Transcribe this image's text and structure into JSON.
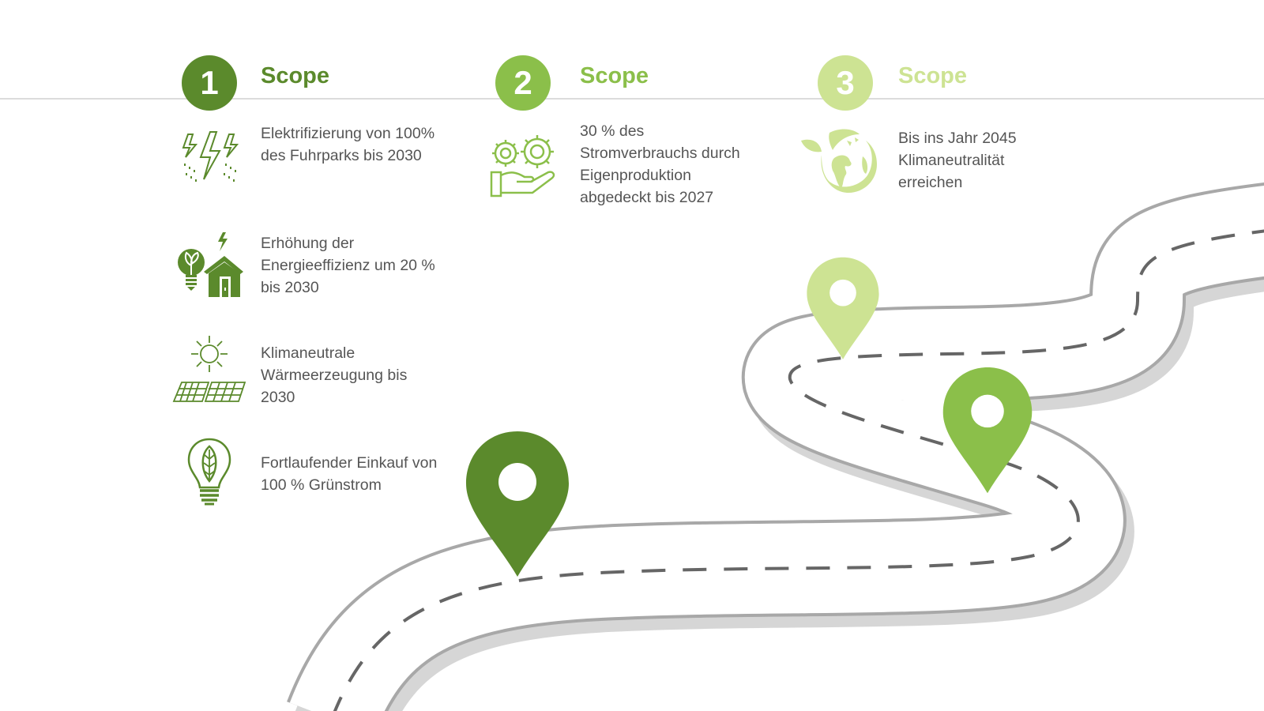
{
  "colors": {
    "scope1": "#5b8a2c",
    "scope2": "#8bbf4a",
    "scope3": "#cde393",
    "text": "#555555",
    "road_edge": "#a8a8a8",
    "road_shadow": "#d6d6d6",
    "road_dash": "#666666"
  },
  "scopes": [
    {
      "number": "1",
      "label": "Scope",
      "items": [
        {
          "icon": "lightning-rain-icon",
          "text": "Elektrifizierung von 100%\ndes Fuhrparks bis 2030"
        },
        {
          "icon": "bulb-house-icon",
          "text": "Erhöhung der\nEnergieeffizienz um 20 %\nbis 2030"
        },
        {
          "icon": "sun-solar-panel-icon",
          "text": "Klimaneutrale\nWärmeerzeugung bis\n2030"
        },
        {
          "icon": "leaf-bulb-icon",
          "text": "Fortlaufender Einkauf von\n100 % Grünstrom"
        }
      ]
    },
    {
      "number": "2",
      "label": "Scope",
      "items": [
        {
          "icon": "gears-hand-icon",
          "text": "30 % des\nStromverbrauchs durch\nEigenproduktion\nabgedeckt bis 2027"
        }
      ]
    },
    {
      "number": "3",
      "label": "Scope",
      "items": [
        {
          "icon": "earth-leaf-icon",
          "text": "Bis ins Jahr 2045\nKlimaneutralität\nerreichen"
        }
      ]
    }
  ]
}
